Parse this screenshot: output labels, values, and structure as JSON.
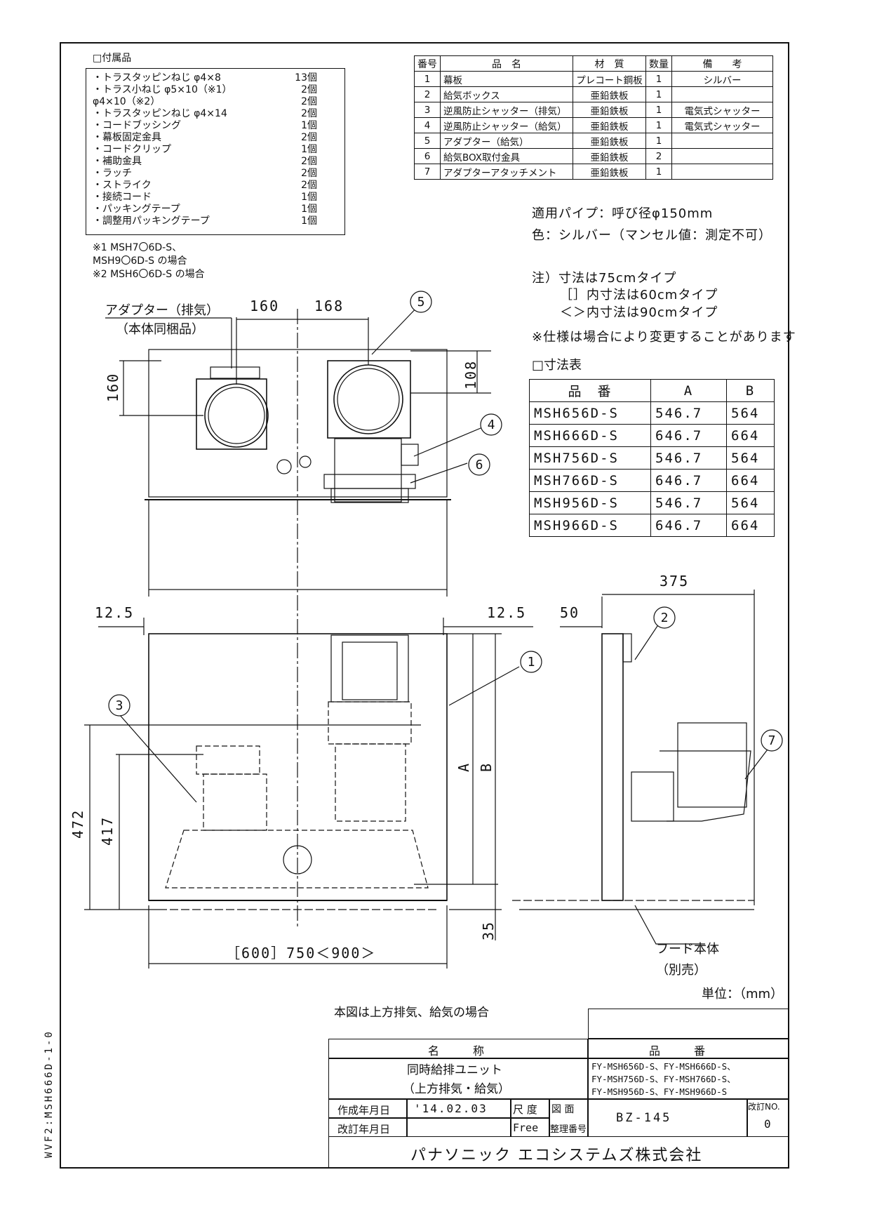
{
  "accessories": {
    "heading": "□付属品",
    "items": [
      {
        "name": "・トラスタッピンねじ φ4×8",
        "qty": "13個"
      },
      {
        "name": "・トラス小ねじ φ5×10（※1）",
        "qty": "2個"
      },
      {
        "name": "        φ4×10（※2）",
        "qty": "2個"
      },
      {
        "name": "・トラスタッピンねじ φ4×14",
        "qty": "2個"
      },
      {
        "name": "・コードブッシング",
        "qty": "1個"
      },
      {
        "name": "・幕板固定金具",
        "qty": "2個"
      },
      {
        "name": "・コードクリップ",
        "qty": "1個"
      },
      {
        "name": "・補助金具",
        "qty": "2個"
      },
      {
        "name": "・ラッチ",
        "qty": "2個"
      },
      {
        "name": "・ストライク",
        "qty": "2個"
      },
      {
        "name": "・接続コード",
        "qty": "1個"
      },
      {
        "name": "・パッキングテープ",
        "qty": "1個"
      },
      {
        "name": "・調整用パッキングテープ",
        "qty": "1個"
      }
    ],
    "notes": [
      "※1 MSH7〇6D-S、",
      "    MSH9〇6D-S  の場合",
      "※2 MSH6〇6D-S  の場合"
    ]
  },
  "parts_table": {
    "headers": [
      "番号",
      "品　名",
      "材　質",
      "数量",
      "備　　考"
    ],
    "rows": [
      [
        "1",
        "幕板",
        "プレコート鋼板",
        "1",
        "シルバー"
      ],
      [
        "2",
        "給気ボックス",
        "亜鉛鉄板",
        "1",
        ""
      ],
      [
        "3",
        "逆風防止シャッター（排気）",
        "亜鉛鉄板",
        "1",
        "電気式シャッター"
      ],
      [
        "4",
        "逆風防止シャッター（給気）",
        "亜鉛鉄板",
        "1",
        "電気式シャッター"
      ],
      [
        "5",
        "アダプター（給気）",
        "亜鉛鉄板",
        "1",
        ""
      ],
      [
        "6",
        "給気BOX取付金具",
        "亜鉛鉄板",
        "2",
        ""
      ],
      [
        "7",
        "アダプターアタッチメント",
        "亜鉛鉄板",
        "1",
        ""
      ]
    ]
  },
  "specs": {
    "pipe": "適用パイプ：呼び径φ150mm",
    "color": "色：シルバー（マンセル値：測定不可）",
    "note1": "注）寸法は75cmタイプ",
    "note2": "［］内寸法は60cmタイプ",
    "note3": "＜＞内寸法は90cmタイプ",
    "note4": "※仕様は場合により変更することがあります",
    "dims_heading": "□寸法表"
  },
  "dims_table": {
    "headers": [
      "品　番",
      "A",
      "B"
    ],
    "rows": [
      [
        "MSH656D-S",
        "546.7",
        "564"
      ],
      [
        "MSH666D-S",
        "646.7",
        "664"
      ],
      [
        "MSH756D-S",
        "546.7",
        "564"
      ],
      [
        "MSH766D-S",
        "646.7",
        "664"
      ],
      [
        "MSH956D-S",
        "546.7",
        "564"
      ],
      [
        "MSH966D-S",
        "646.7",
        "664"
      ]
    ]
  },
  "drawing": {
    "adapter_label": "アダプター（排気）",
    "adapter_sub": "（本体同梱品）",
    "d160h": "160",
    "d168": "168",
    "d160v": "160",
    "d108": "108",
    "d12_5_left": "12.5",
    "d12_5_right": "12.5",
    "d50": "50",
    "d375": "375",
    "d472": "472",
    "d417": "417",
    "d35": "35",
    "dA": "A",
    "dB": "B",
    "width_label": "［600］750＜900＞",
    "hood_label": "フード本体",
    "hood_sub": "（別売）",
    "callouts": [
      "1",
      "2",
      "3",
      "4",
      "5",
      "6",
      "7"
    ]
  },
  "unit": "単位：（mm）",
  "diagram_note": "本図は上方排気、給気の場合",
  "title_block": {
    "name_header": "名　　　称",
    "name_line1": "同時給排ユニット",
    "name_line2": "（上方排気・給気）",
    "partno_header": "品　　　番",
    "partno_lines": [
      "FY-MSH656D-S、FY-MSH666D-S、",
      "FY-MSH756D-S、FY-MSH766D-S、",
      "FY-MSH956D-S、FY-MSH966D-S"
    ],
    "created_label": "作成年月日",
    "created_date": "'14.02.03",
    "scale_label": "尺 度",
    "scale_value": "Free",
    "drawing_label": "図 面",
    "ref_label": "整理番号",
    "drawing_no": "BZ-145",
    "revised_label": "改訂年月日",
    "rev_label": "改訂NO.",
    "rev_no": "0",
    "company": "パナソニック エコシステムズ株式会社"
  },
  "side_code": "WVF2:MSH666D-1-0"
}
